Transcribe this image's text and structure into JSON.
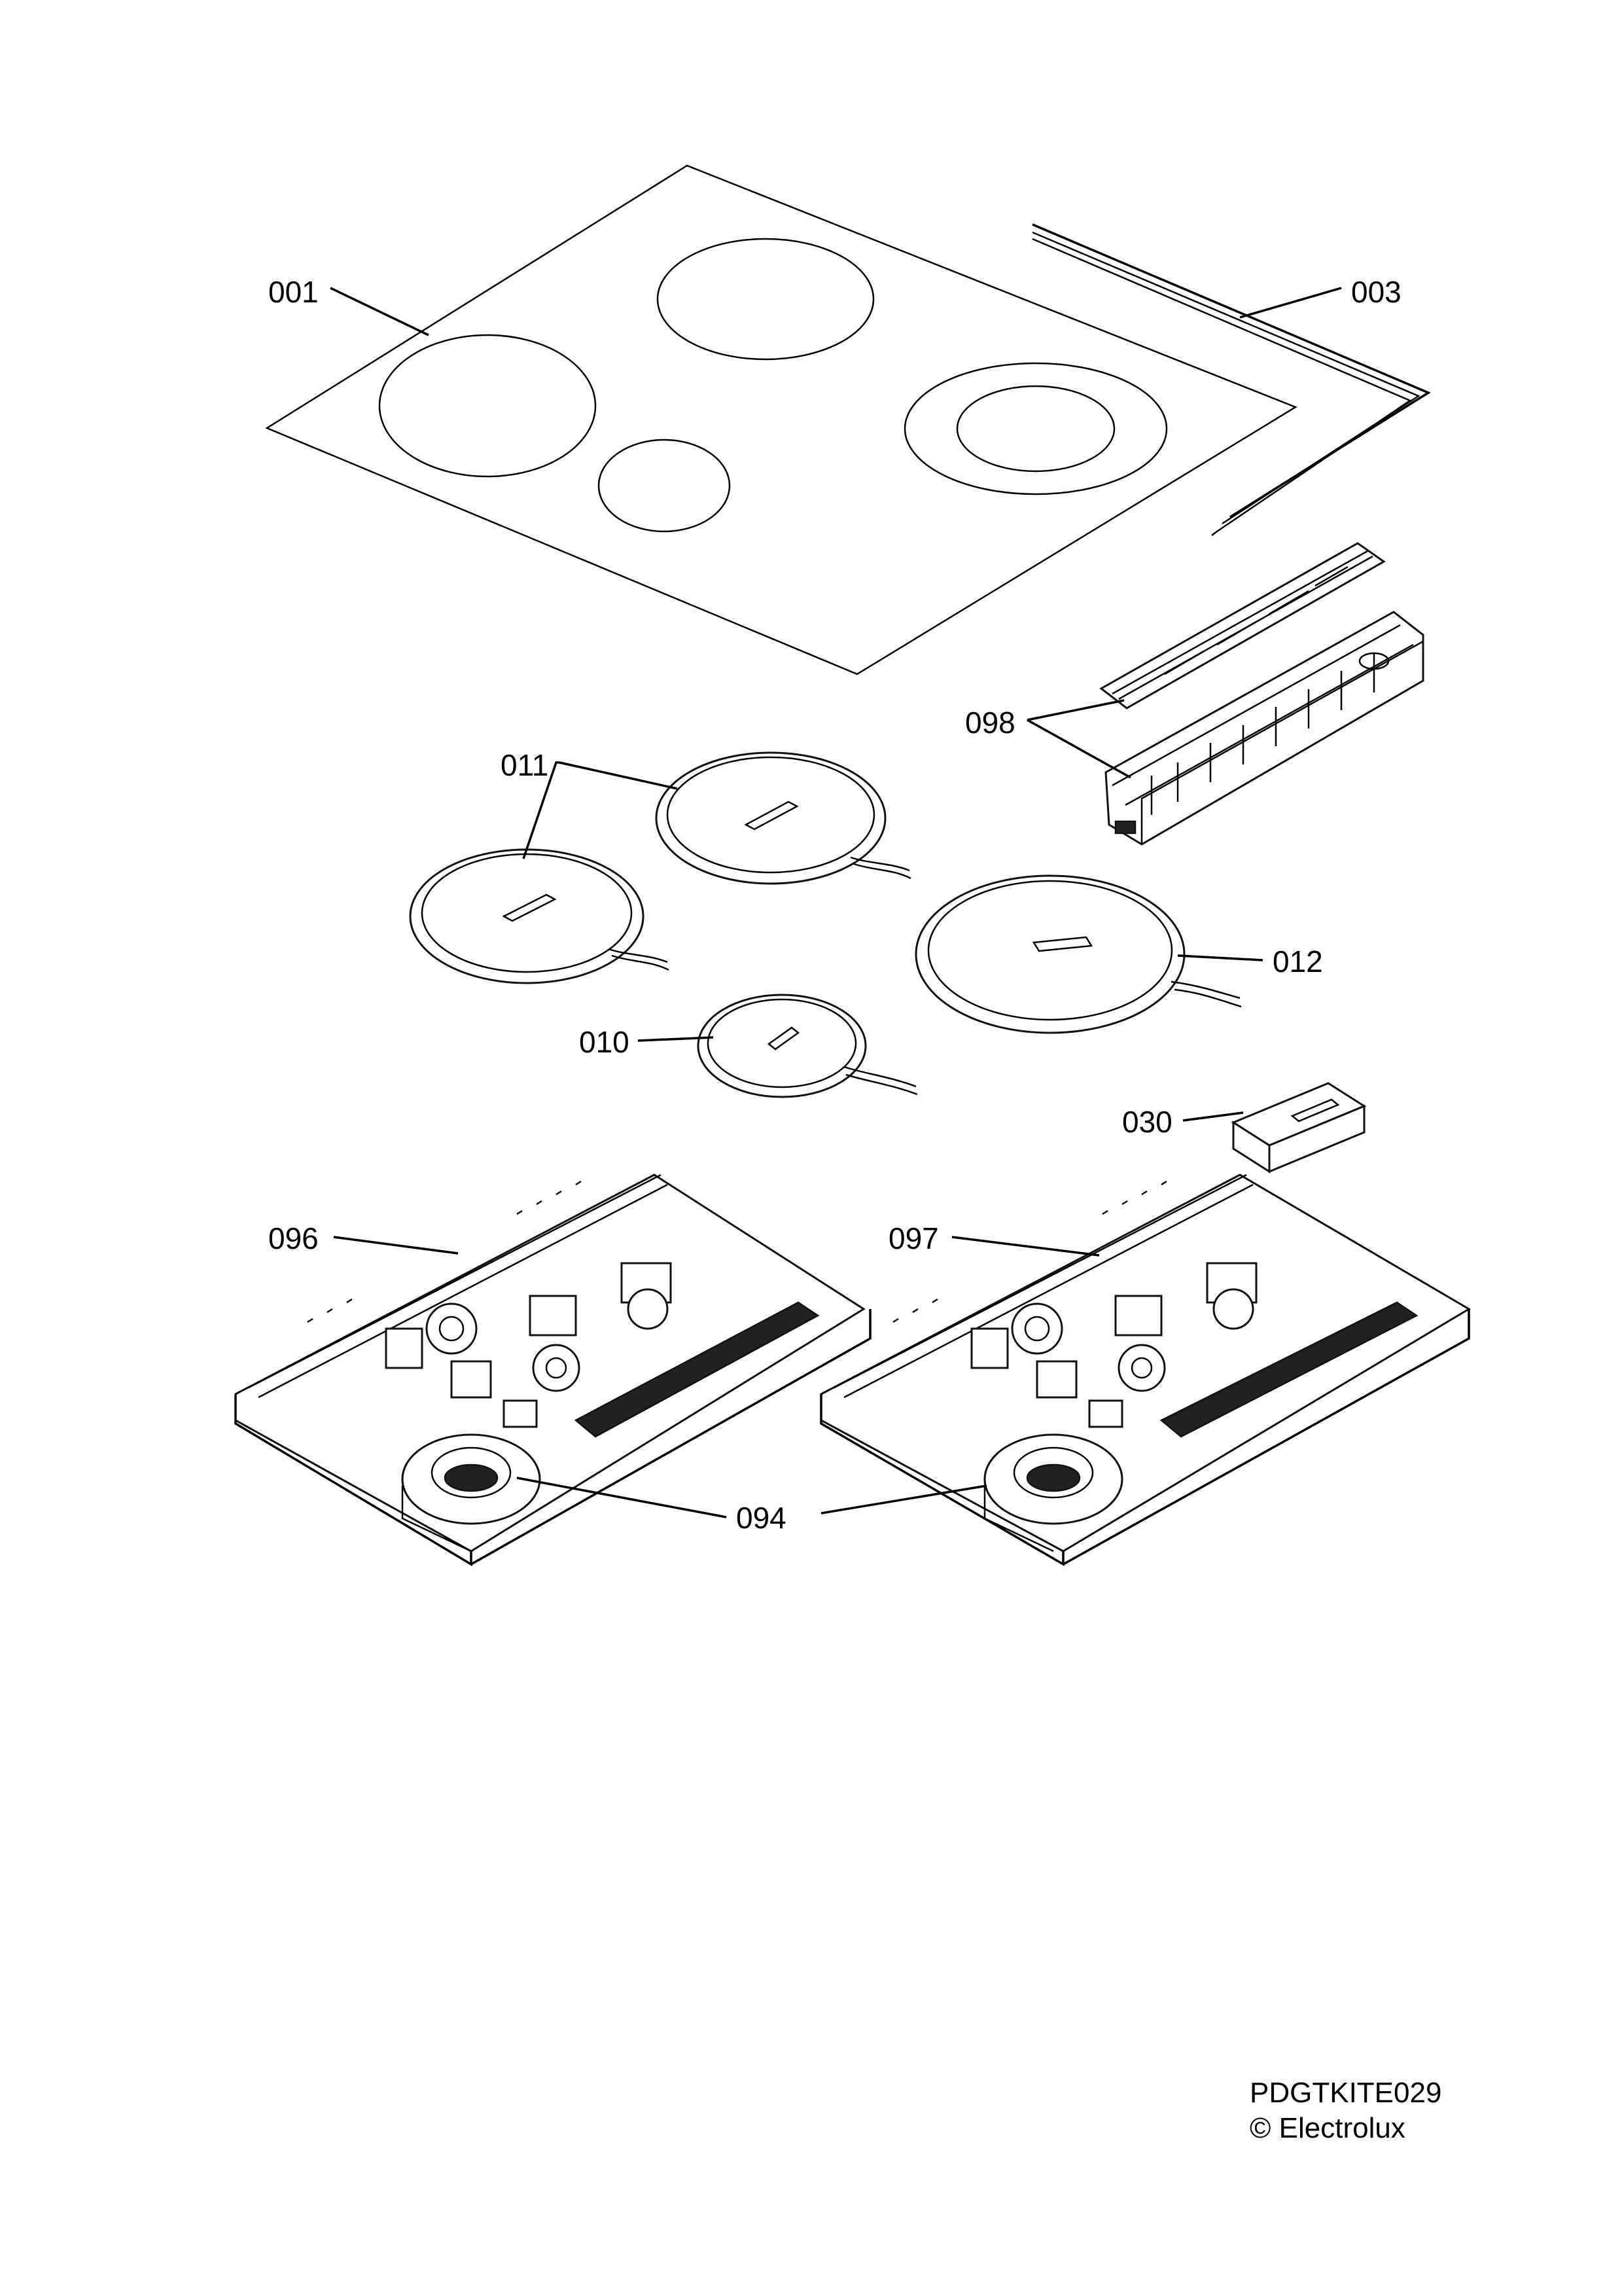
{
  "labels": {
    "p001": "001",
    "p003": "003",
    "p098": "098",
    "p011": "011",
    "p012": "012",
    "p010": "010",
    "p030": "030",
    "p096": "096",
    "p097": "097",
    "p094": "094"
  },
  "footer": {
    "code": "PDGTKITE029",
    "copyright": "© Electrolux"
  }
}
